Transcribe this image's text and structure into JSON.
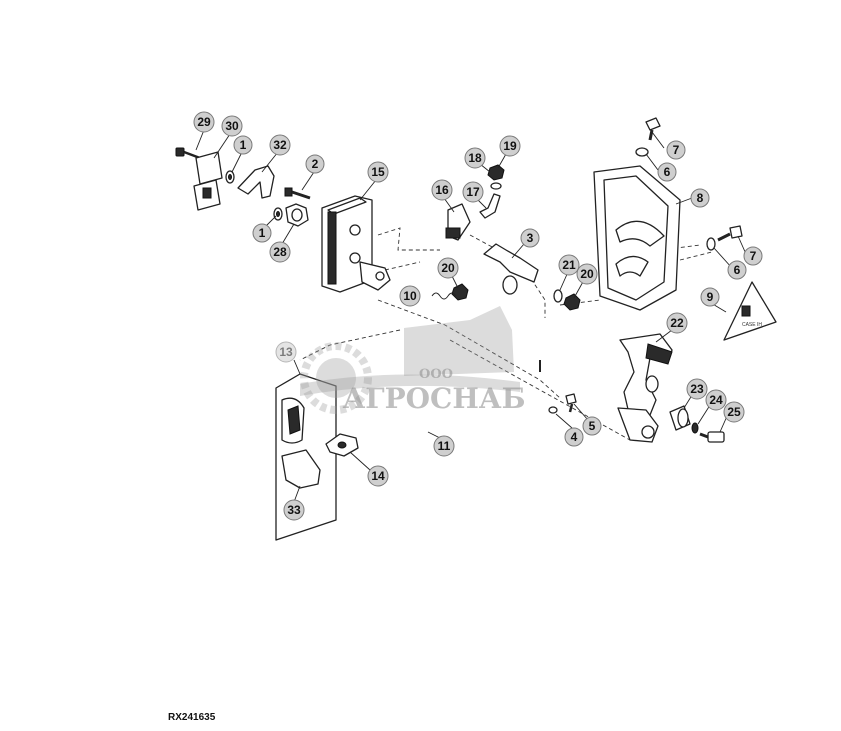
{
  "figure_id": "RX241635",
  "callouts": [
    "29",
    "30",
    "1",
    "32",
    "2",
    "15",
    "1",
    "28",
    "16",
    "17",
    "18",
    "19",
    "3",
    "21",
    "20",
    "20",
    "10",
    "7",
    "6",
    "8",
    "7",
    "6",
    "9",
    "22",
    "13",
    "11",
    "5",
    "4",
    "23",
    "24",
    "25",
    "14",
    "33"
  ],
  "watermark": {
    "small": "ООО",
    "main": "АГРОСНАБ"
  },
  "decal_label": "CASE IH"
}
